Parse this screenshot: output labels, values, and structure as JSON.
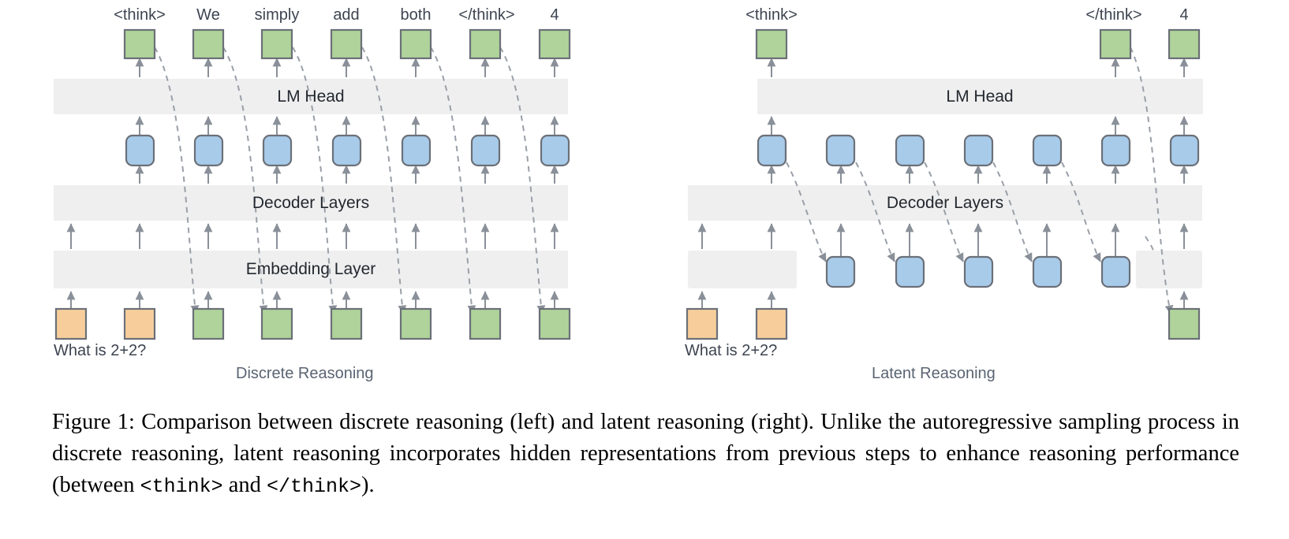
{
  "figure": {
    "caption_label": "Figure 1:",
    "caption_part1": " Comparison between discrete reasoning (left) and latent reasoning (right). Unlike the autoregressive sampling process in discrete reasoning, latent reasoning incorporates hidden representations from previous steps to enhance reasoning performance (between ",
    "caption_tag_open": "<think>",
    "caption_mid": " and ",
    "caption_tag_close": "</think>",
    "caption_end": ")."
  },
  "colors": {
    "token_green": "#AFD39A",
    "prompt_orange": "#F7CE9B",
    "hidden_blue": "#A8CBEA",
    "band_gray": "#EFEFEF",
    "box_stroke": "#6B7078",
    "arrow_gray": "#8A9099",
    "label_text": "#3D4450",
    "subcaption_text": "#5A6472"
  },
  "panels": [
    {
      "id": "discrete",
      "subcaption": "Discrete Reasoning",
      "prompt_text": "What is 2+2?",
      "bands": [
        {
          "name": "LM Head",
          "label": "LM Head"
        },
        {
          "name": "Decoder Layers",
          "label": "Decoder Layers"
        },
        {
          "name": "Embedding Layer",
          "label": "Embedding Layer"
        }
      ],
      "output_tokens": [
        "<think>",
        "We",
        "simply",
        "add",
        "both",
        "</think>",
        "4"
      ],
      "input_boxes": [
        "prompt",
        "prompt",
        "token",
        "token",
        "token",
        "token",
        "token",
        "token"
      ],
      "hidden_states": 7
    },
    {
      "id": "latent",
      "subcaption": "Latent Reasoning",
      "prompt_text": "What is 2+2?",
      "bands": [
        {
          "name": "LM Head",
          "label": "LM Head"
        },
        {
          "name": "Decoder Layers",
          "label": "Decoder Layers"
        },
        {
          "name": "Embedding Layer",
          "label": ""
        }
      ],
      "output_tokens": [
        "<think>",
        "",
        "",
        "",
        "",
        "</think>",
        "4"
      ],
      "input_boxes": [
        "prompt",
        "prompt",
        "latent",
        "latent",
        "latent",
        "latent",
        "latent",
        "token"
      ],
      "hidden_states": 7
    }
  ]
}
